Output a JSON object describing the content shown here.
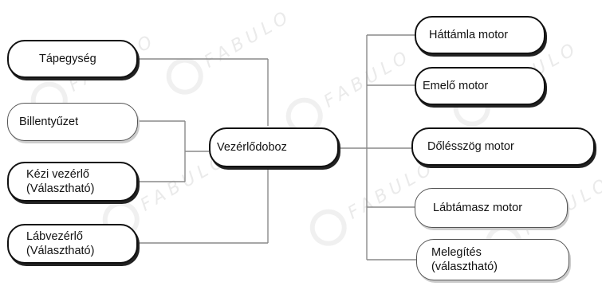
{
  "watermark": "FABULO",
  "center": {
    "label": "Vezérlődoboz"
  },
  "inputs": [
    {
      "id": "power",
      "label": "Tápegység"
    },
    {
      "id": "keyboard",
      "label": "Billentyűzet"
    },
    {
      "id": "hand",
      "label": "Kézi vezérlő\n(Választható)"
    },
    {
      "id": "foot",
      "label": "Lábvezérlő\n(Választható)"
    }
  ],
  "outputs": [
    {
      "id": "backrest",
      "label": "Háttámla motor"
    },
    {
      "id": "lift",
      "label": "Emelő motor"
    },
    {
      "id": "tilt",
      "label": "Dőlésszög motor"
    },
    {
      "id": "legrest",
      "label": "Lábtámasz motor"
    },
    {
      "id": "heating",
      "label": "Melegítés\n(választható)"
    }
  ]
}
